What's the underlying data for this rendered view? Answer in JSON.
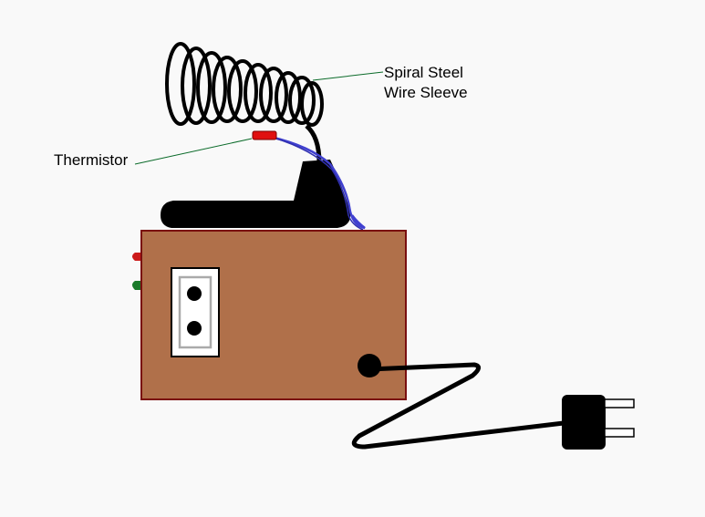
{
  "labels": {
    "spiral_line1": "Spiral Steel",
    "spiral_line2": "Wire Sleeve",
    "thermistor": "Thermistor"
  },
  "colors": {
    "background": "#f9f9f9",
    "box_fill": "#b0704a",
    "box_border": "#7a0f0f",
    "leader_line": "#0b6b2a",
    "thermistor": "#e01010",
    "wire": "#4040d0",
    "led_red": "#cc1a1a",
    "led_green": "#1a7a2a",
    "black": "#000000",
    "white": "#ffffff",
    "socket_inner": "#aaaaaa"
  }
}
